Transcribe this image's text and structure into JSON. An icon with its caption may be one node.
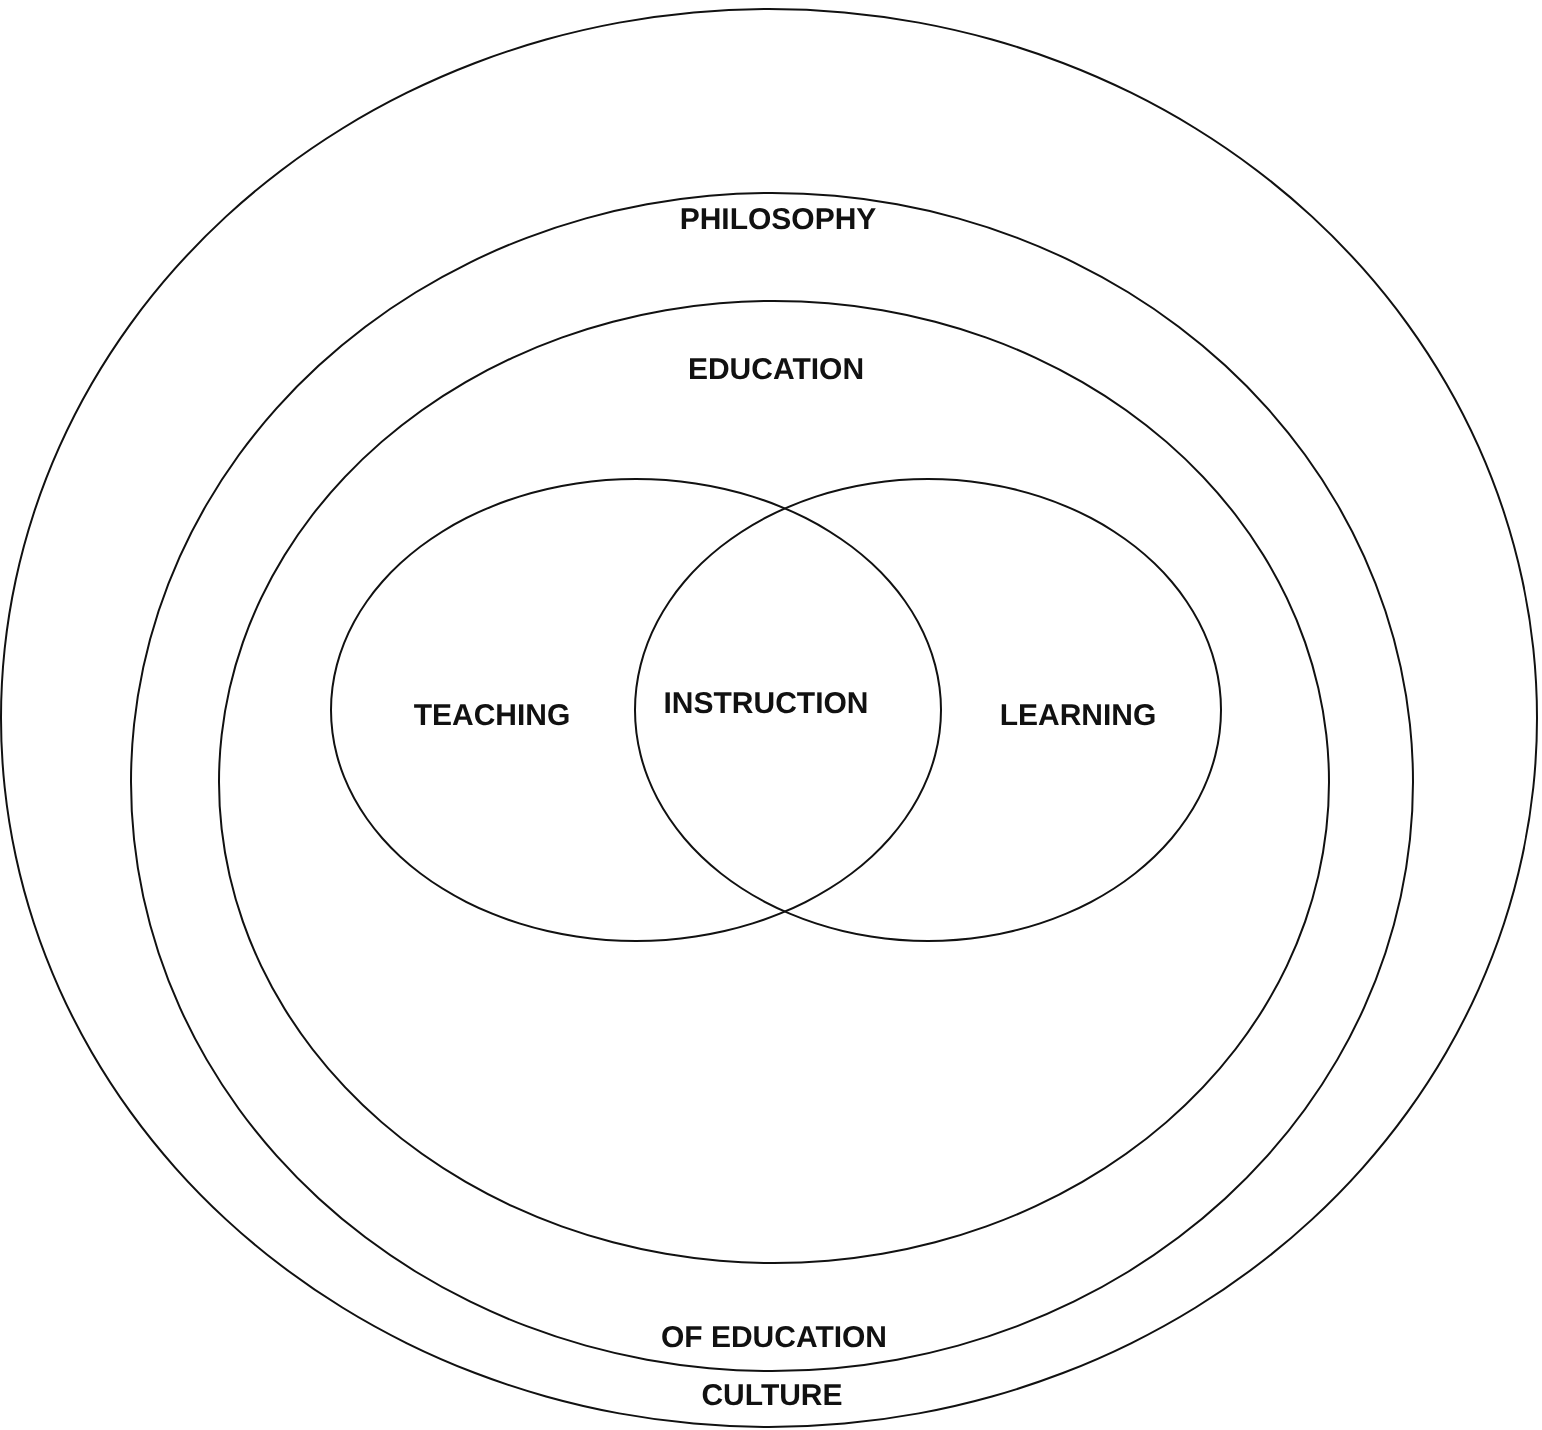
{
  "diagram": {
    "nodes": [
      {
        "text": [
          "CULTURE"
        ]
      },
      {
        "text": [
          "PHILOSOPHY",
          "OF EDUCATION"
        ],
        "in": 0
      },
      {
        "text": [
          "EDUCATION"
        ],
        "in": 1
      },
      {
        "text": [
          "TEACHING"
        ],
        "in": 2
      },
      {
        "text": [
          "LEARNING"
        ],
        "in": 2
      }
    ],
    "edges": [],
    "labels": [
      "INSTRUCTION"
    ]
  }
}
